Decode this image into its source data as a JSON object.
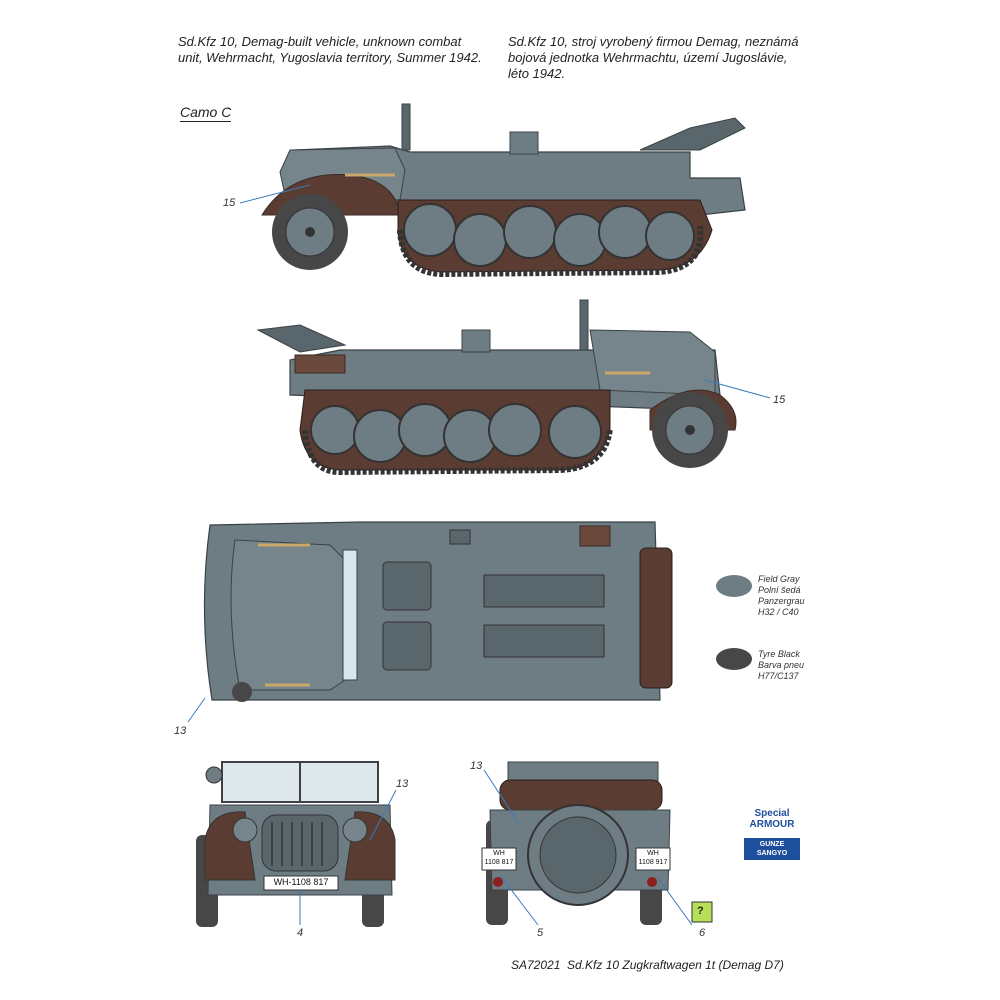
{
  "captions": {
    "english": "Sd.Kfz 10, Demag-built vehicle, unknown combat\nunit, Wehrmacht, Yugoslavia territory, Summer 1942.",
    "czech": "Sd.Kfz 10, stroj vyrobený firmou Demag,  neznámá\nbojová jednotka Wehrmachtu, území Jugoslávie,\nléto 1942."
  },
  "scheme_label": "Camo C",
  "callouts": {
    "side_left": "15",
    "side_right": "15",
    "top": "13",
    "front_13": "13",
    "front_4": "4",
    "rear_13": "13",
    "rear_5": "5",
    "rear_6": "6",
    "rear_box": "?"
  },
  "plates": {
    "front": "WH-1108 817",
    "rear_left": "WH\n1108 817",
    "rear_right": "WH\n1108 917"
  },
  "legend": [
    {
      "name": "field-gray",
      "color": "#6e7d84",
      "text": "Field Gray\nPolní šedá\nPanzergrau\nH32 / C40"
    },
    {
      "name": "tyre-black",
      "color": "#474747",
      "text": "Tyre Black\nBarva pneu\nH77/C137"
    }
  ],
  "logos": {
    "special_armour": "Special ARMOUR",
    "gunze": "GUNZE SANGYO"
  },
  "footer": "SA72021  Sd.Kfz 10 Zugkraftwagen 1t (Demag D7)"
}
